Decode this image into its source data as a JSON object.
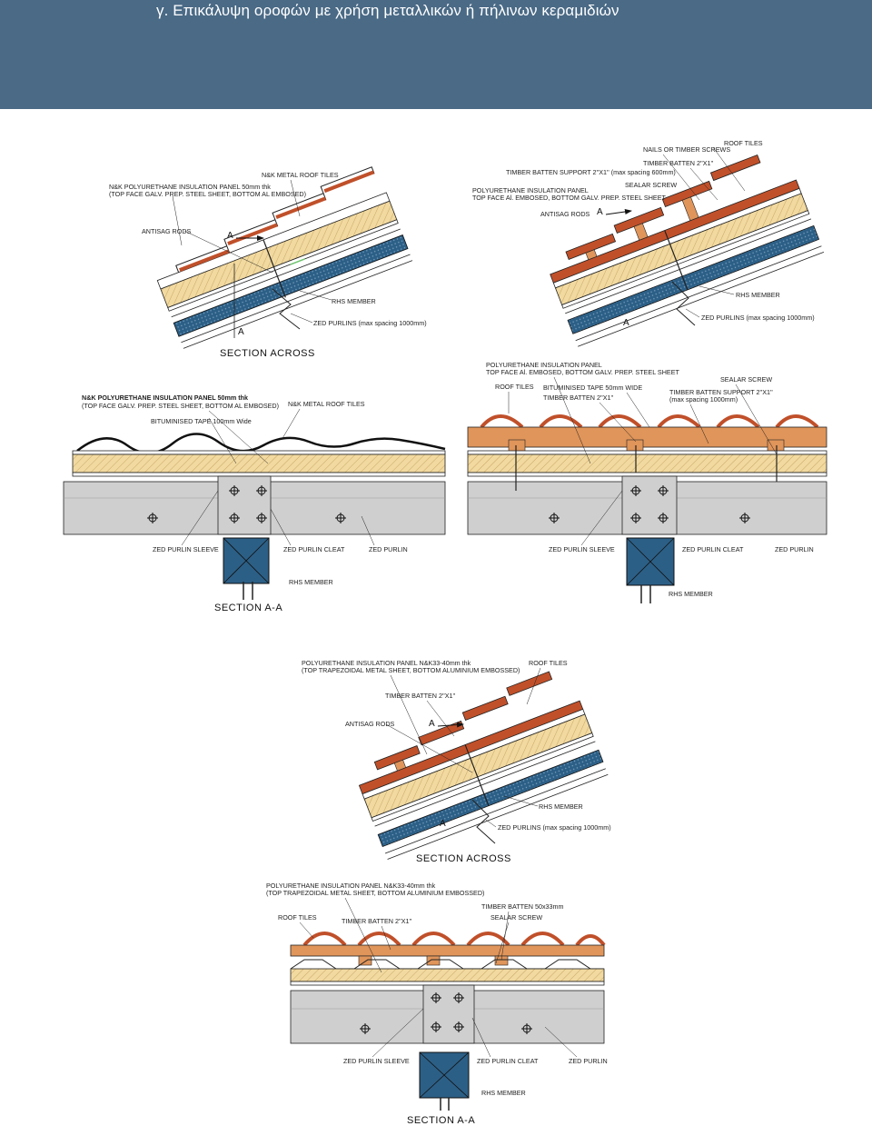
{
  "header": {
    "title": "γ. Επικάλυψη οροφών με χρήση μεταλλικών ή πήλινων κεραμιδιών"
  },
  "colors": {
    "banner": "#4a6a86",
    "tile": "#c0502a",
    "batten": "#e0955a",
    "insulation": "#f1d9a0",
    "steel": "#2c5f86",
    "purlin": "#cfcfcf"
  },
  "d1": {
    "label_nk_panel_1": "N&K POLYURETHANE INSULATION PANEL 50mm thk",
    "label_nk_panel_2": "(TOP FACE GALV. PREP. STEEL SHEET, BOTTOM AL EMBOSED)",
    "label_metal_tiles": "N&K METAL ROOF TILES",
    "label_antisag": "ANTISAG RODS",
    "label_rhs": "RHS MEMBER",
    "label_zed": "ZED PURLINS (max spacing 1000mm)",
    "mark_a": "A",
    "title": "SECTION ACROSS"
  },
  "d2": {
    "label_nails": "NAILS OR TIMBER SCREWS",
    "label_roof_tiles": "ROOF TILES",
    "label_batten": "TIMBER BATTEN 2''X1''",
    "label_support": "TIMBER BATTEN SUPPORT 2''X1'' (max spacing 600mm)",
    "label_sealar": "SEALAR SCREW",
    "label_pu_1": "POLYURETHANE INSULATION PANEL",
    "label_pu_2": "TOP FACE Al. EMBOSED, BOTTOM GALV. PREP. STEEL SHEET",
    "label_antisag": "ANTISAG RODS",
    "label_rhs": "RHS MEMBER",
    "label_zed": "ZED PURLINS (max spacing 1000mm)",
    "mark_a": "A"
  },
  "d3": {
    "label_nk_panel_1": "N&K POLYURETHANE INSULATION PANEL 50mm thk",
    "label_nk_panel_2": "(TOP FACE GALV. PREP. STEEL SHEET, BOTTOM AL EMBOSED)",
    "label_metal_tiles": "N&K METAL ROOF TILES",
    "label_bitumen": "BITUMINISED TAPE 100mm Wide",
    "label_sleeve": "ZED PURLIN SLEEVE",
    "label_cleat": "ZED PURLIN CLEAT",
    "label_purlin": "ZED PURLIN",
    "label_rhs": "RHS MEMBER",
    "title": "SECTION A-A"
  },
  "d4": {
    "label_pu_1": "POLYURETHANE INSULATION PANEL",
    "label_pu_2": "TOP FACE Al. EMBOSED, BOTTOM GALV. PREP. STEEL SHEET",
    "label_roof_tiles": "ROOF TILES",
    "label_bitumen": "BITUMINISED TAPE 50mm WIDE",
    "label_batten": "TIMBER BATTEN 2''X1''",
    "label_sealar": "SEALAR SCREW",
    "label_support_1": "TIMBER BATTEN SUPPORT 2''X1''",
    "label_support_2": "(max spacing 1000mm)",
    "label_sleeve": "ZED PURLIN SLEEVE",
    "label_cleat": "ZED PURLIN CLEAT",
    "label_purlin": "ZED PURLIN",
    "label_rhs": "RHS MEMBER"
  },
  "d5": {
    "label_pu_1": "POLYURETHANE INSULATION PANEL N&K33-40mm thk",
    "label_pu_2": "(TOP TRAPEZOIDAL METAL SHEET, BOTTOM ALUMINIUM EMBOSSED)",
    "label_roof_tiles": "ROOF TILES",
    "label_batten": "TIMBER BATTEN 2''X1''",
    "label_antisag": "ANTISAG RODS",
    "label_rhs": "RHS MEMBER",
    "label_zed": "ZED PURLINS (max spacing 1000mm)",
    "mark_a": "A",
    "title": "SECTION ACROSS"
  },
  "d6": {
    "label_pu_1": "POLYURETHANE INSULATION PANEL N&K33-40mm thk",
    "label_pu_2": "(TOP TRAPEZOIDAL METAL SHEET, BOTTOM ALUMINIUM EMBOSSED)",
    "label_batten50": "TIMBER BATTEN 50x33mm",
    "label_roof_tiles": "ROOF TILES",
    "label_batten": "TIMBER BATTEN 2''X1''",
    "label_sealar": "SEALAR SCREW",
    "label_sleeve": "ZED PURLIN SLEEVE",
    "label_cleat": "ZED PURLIN CLEAT",
    "label_purlin": "ZED PURLIN",
    "label_rhs": "RHS MEMBER",
    "title": "SECTION A-A"
  }
}
